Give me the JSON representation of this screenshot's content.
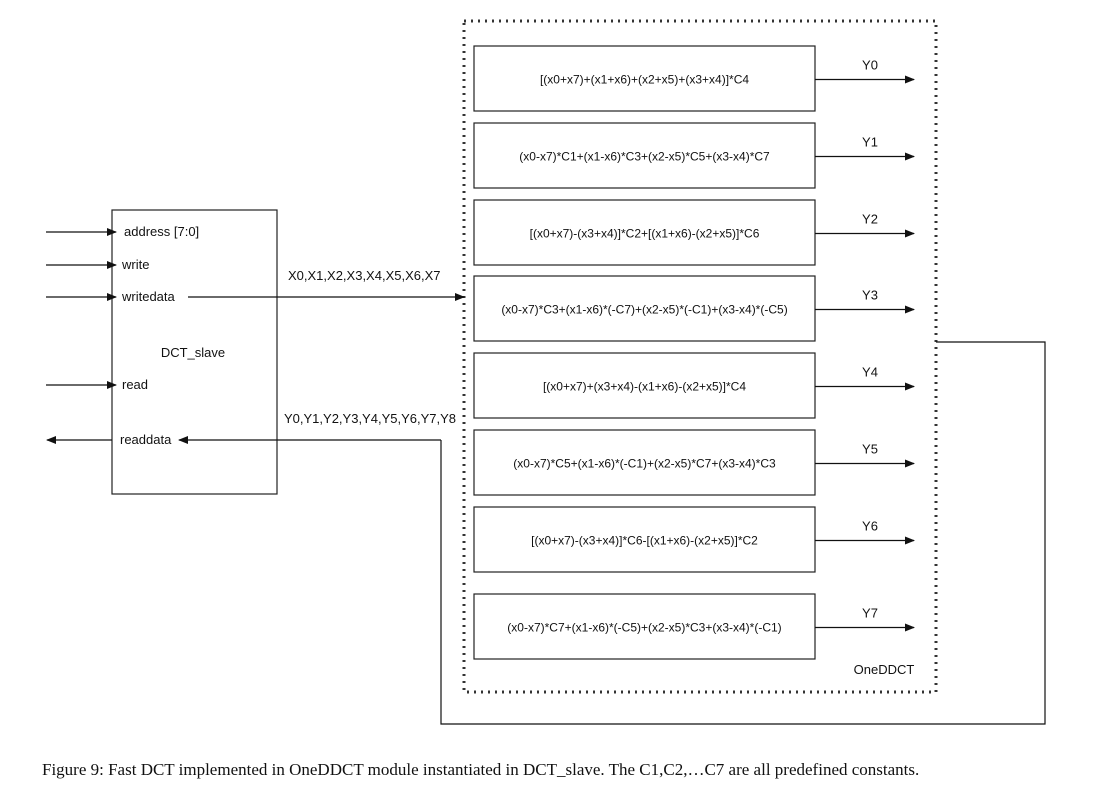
{
  "diagram": {
    "slave_block": {
      "title": "DCT_slave",
      "ports": {
        "address": "address [7:0]",
        "write": "write",
        "writedata": "writedata",
        "read": "read",
        "readdata": "readdata"
      }
    },
    "input_bus_label": "X0,X1,X2,X3,X4,X5,X6,X7",
    "output_bus_label": "Y0,Y1,Y2,Y3,Y4,Y5,Y6,Y7,Y8",
    "module_label": "OneDDCT",
    "equations": [
      {
        "formula": "[(x0+x7)+(x1+x6)+(x2+x5)+(x3+x4)]*C4",
        "output": "Y0"
      },
      {
        "formula": "(x0-x7)*C1+(x1-x6)*C3+(x2-x5)*C5+(x3-x4)*C7",
        "output": "Y1"
      },
      {
        "formula": "[(x0+x7)-(x3+x4)]*C2+[(x1+x6)-(x2+x5)]*C6",
        "output": "Y2"
      },
      {
        "formula": "(x0-x7)*C3+(x1-x6)*(-C7)+(x2-x5)*(-C1)+(x3-x4)*(-C5)",
        "output": "Y3"
      },
      {
        "formula": "[(x0+x7)+(x3+x4)-(x1+x6)-(x2+x5)]*C4",
        "output": "Y4"
      },
      {
        "formula": "(x0-x7)*C5+(x1-x6)*(-C1)+(x2-x5)*C7+(x3-x4)*C3",
        "output": "Y5"
      },
      {
        "formula": "[(x0+x7)-(x3+x4)]*C6-[(x1+x6)-(x2+x5)]*C2",
        "output": "Y6"
      },
      {
        "formula": "(x0-x7)*C7+(x1-x6)*(-C5)+(x2-x5)*C3+(x3-x4)*(-C1)",
        "output": "Y7"
      }
    ]
  },
  "caption": "Figure 9: Fast DCT implemented in OneDDCT module instantiated in DCT_slave. The C1,C2,…C7 are all predefined constants."
}
